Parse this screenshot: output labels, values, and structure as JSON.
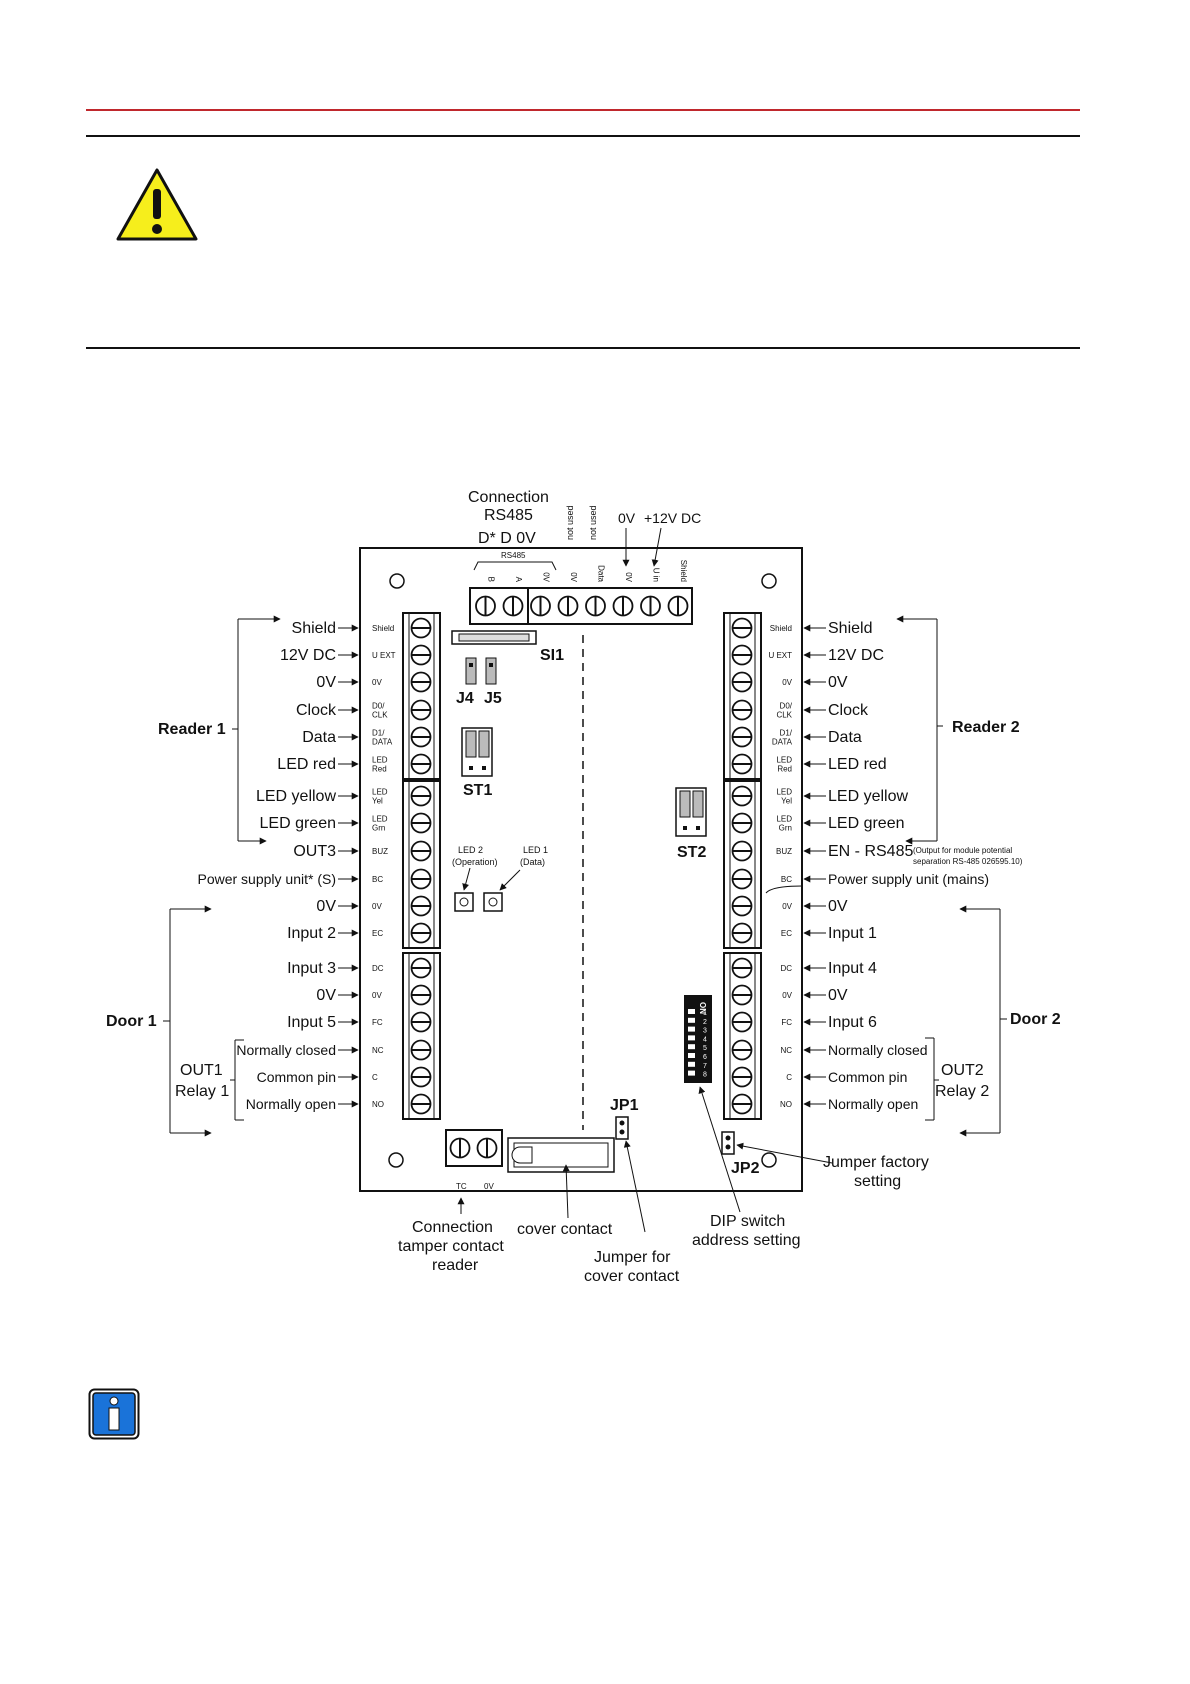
{
  "colors": {
    "top_rule": "#c0282d",
    "warning_fill": "#f6ee1c",
    "info_fill": "#1a73d9"
  },
  "icons": {
    "warning": "warning-triangle-icon",
    "info": "info-icon"
  },
  "board": {
    "conn_rs485_1": "Connection",
    "conn_rs485_2": "RS485",
    "conn_rs485_3": "D* D  0V",
    "not_used_1": "not used",
    "not_used_2": "not used",
    "top_0v": "0V",
    "top_12v": "+12V DC",
    "rs485_tag": "RS485",
    "top_terms": [
      "B",
      "A",
      "0V",
      "0V",
      "Data",
      "0V",
      "U in",
      "Shield"
    ],
    "left_terms": [
      "Shield",
      "U EXT",
      "0V",
      "D0/ CLK",
      "D1/ DATA",
      "LED Red",
      "LED Yel",
      "LED Grn",
      "BUZ",
      "BC",
      "0V",
      "EC",
      "DC",
      "0V",
      "FC",
      "NC",
      "C",
      "NO"
    ],
    "right_terms": [
      "Shield",
      "U EXT",
      "0V",
      "D0/ CLK",
      "D1/ DATA",
      "LED Red",
      "LED Yel",
      "LED Grn",
      "BUZ",
      "BC",
      "0V",
      "EC",
      "DC",
      "0V",
      "FC",
      "NC",
      "C",
      "NO"
    ],
    "left_labels": [
      "Shield",
      "12V DC",
      "0V",
      "Clock",
      "Data",
      "LED red",
      "LED yellow",
      "LED green",
      "OUT3",
      "Power supply unit* (S)",
      "0V",
      "Input 2",
      "Input 3",
      "0V",
      "Input 5",
      "Normally closed",
      "Common pin",
      "Normally open"
    ],
    "right_labels": [
      "Shield",
      "12V DC",
      "0V",
      "Clock",
      "Data",
      "LED red",
      "LED yellow",
      "LED green",
      "EN - RS485",
      "Power supply unit (mains)",
      "0V",
      "Input 1",
      "Input 4",
      "0V",
      "Input 6",
      "Normally closed",
      "Common pin",
      "Normally open"
    ],
    "rs485_note_1": "(Output for module potential",
    "rs485_note_2": "separation RS-485 026595.10)",
    "reader1": "Reader 1",
    "reader2": "Reader 2",
    "door1": "Door 1",
    "door2": "Door 2",
    "out1_1": "OUT1",
    "out1_2": "Relay 1",
    "out2_1": "OUT2",
    "out2_2": "Relay 2",
    "si1": "SI1",
    "j4": "J4",
    "j5": "J5",
    "st1": "ST1",
    "st2": "ST2",
    "jp1": "JP1",
    "jp2": "JP2",
    "led2_1": "LED 2",
    "led2_2": "(Operation)",
    "led1_1": "LED 1",
    "led1_2": "(Data)",
    "dip_on": "ON",
    "dip_nums": [
      "1",
      "2",
      "3",
      "4",
      "5",
      "6",
      "7",
      "8"
    ],
    "tc": "TC",
    "tc_0v": "0V",
    "tamper_1": "Connection",
    "tamper_2": "tamper contact",
    "tamper_3": "reader",
    "cover": "cover contact",
    "jumper_cover_1": "Jumper for",
    "jumper_cover_2": "cover contact",
    "dip_1": "DIP switch",
    "dip_2": "address setting",
    "jumper_factory_1": "Jumper factory",
    "jumper_factory_2": "setting"
  }
}
